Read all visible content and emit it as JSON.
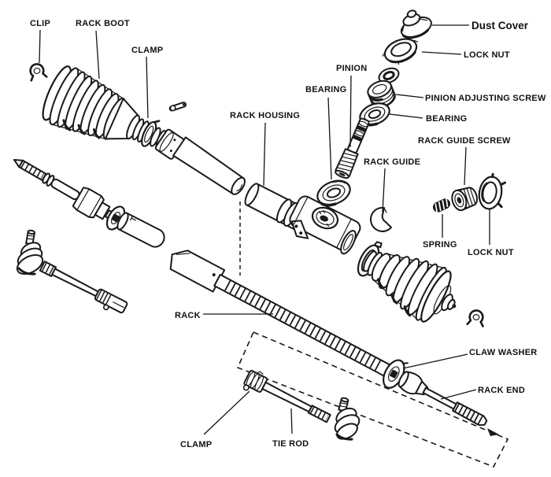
{
  "labels": {
    "clip": "CLIP",
    "rack_boot": "RACK BOOT",
    "clamp_top": "CLAMP",
    "rack_housing": "RACK HOUSING",
    "bearing_upper": "BEARING",
    "pinion": "PINION",
    "dust_cover": "Dust Cover",
    "lock_nut_upper": "LOCK NUT",
    "pinion_adjusting_screw": "PINION ADJUSTING SCREW",
    "bearing_lower": "BEARING",
    "rack_guide_screw": "RACK GUIDE SCREW",
    "rack_guide": "RACK GUIDE",
    "spring": "SPRING",
    "lock_nut_right": "LOCK NUT",
    "rack": "RACK",
    "claw_washer": "CLAW WASHER",
    "rack_end": "RACK END",
    "clamp_bottom": "CLAMP",
    "tie_rod": "TIE ROD"
  },
  "colors": {
    "ink": "#1a1a1a",
    "background": "#ffffff"
  }
}
